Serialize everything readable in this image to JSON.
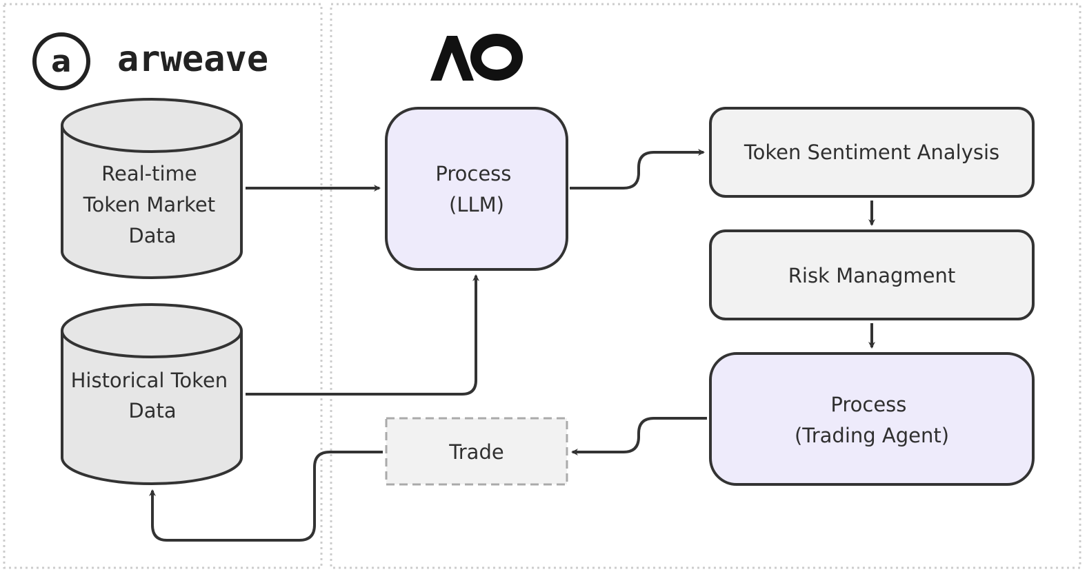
{
  "logos": {
    "arweave_mark": "a",
    "arweave_name": "arweave",
    "ao_icon": "ao-logo-icon"
  },
  "nodes": {
    "realtime_data": {
      "lines": [
        "Real-time",
        "Token Market",
        "Data"
      ]
    },
    "historical_data": {
      "lines": [
        "Historical Token",
        "Data"
      ]
    },
    "process_llm": {
      "lines": [
        "Process",
        "(LLM)"
      ]
    },
    "sentiment": {
      "lines": [
        "Token Sentiment Analysis"
      ]
    },
    "risk": {
      "lines": [
        "Risk Managment"
      ]
    },
    "process_agent": {
      "lines": [
        "Process",
        "(Trading Agent)"
      ]
    },
    "trade": {
      "lines": [
        "Trade"
      ]
    }
  },
  "colors": {
    "stroke": "#333333",
    "database_fill": "#e6e6e6",
    "process_fill": "#eeebfb",
    "step_fill": "#f2f2f2",
    "trade_border": "#aaaaaa",
    "zone_border": "#cccccc"
  }
}
